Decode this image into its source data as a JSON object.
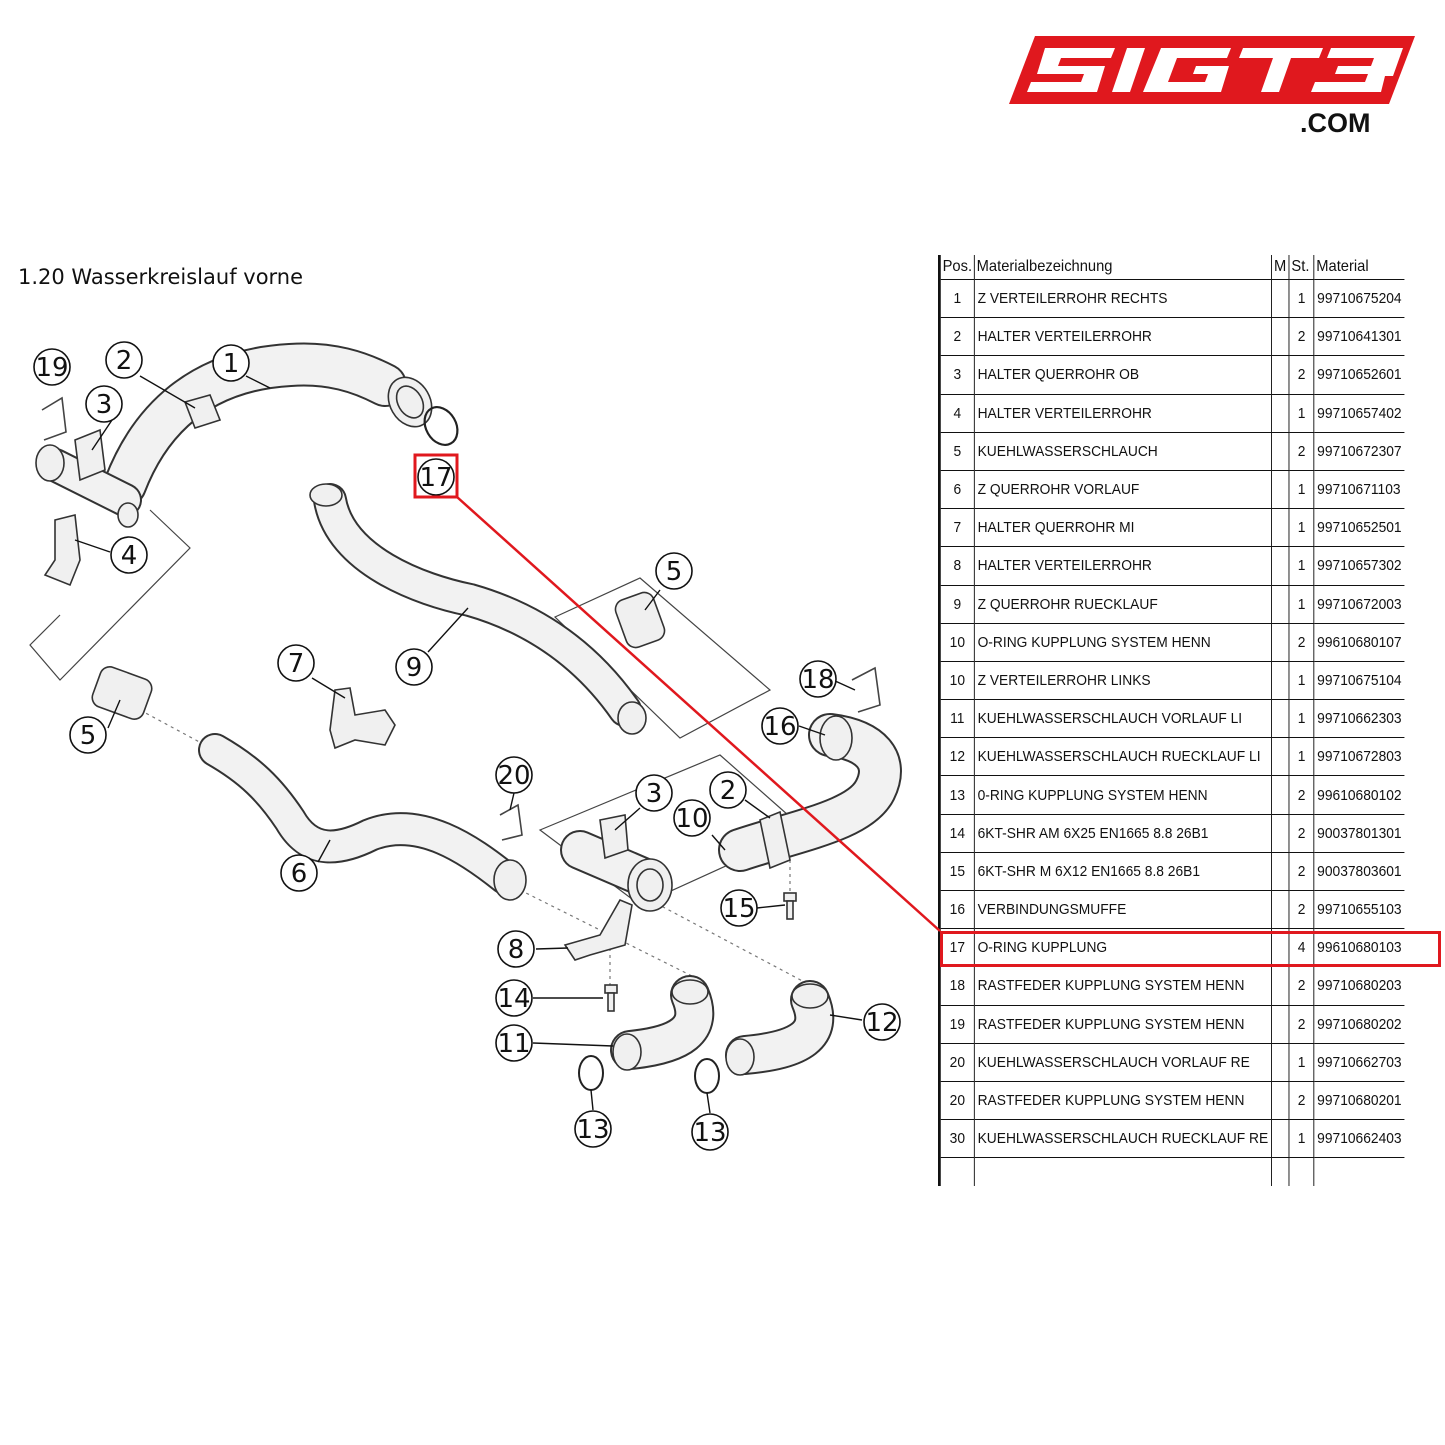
{
  "logo": {
    "brand": "SIGT3",
    "domain": ".COM",
    "brand_color": "#e0181e"
  },
  "section_title": "1.20  Wasserkreislauf vorne",
  "table": {
    "headers": {
      "pos": "Pos.",
      "name": "Materialbezeichnung",
      "m": "M",
      "qty": "St.",
      "material": "Material"
    },
    "rows": [
      {
        "pos": "1",
        "name": "Z VERTEILERROHR RECHTS",
        "m": "",
        "qty": "1",
        "material": "99710675204"
      },
      {
        "pos": "2",
        "name": "HALTER VERTEILERROHR",
        "m": "",
        "qty": "2",
        "material": "99710641301"
      },
      {
        "pos": "3",
        "name": "HALTER QUERROHR OB",
        "m": "",
        "qty": "2",
        "material": "99710652601"
      },
      {
        "pos": "4",
        "name": "HALTER VERTEILERROHR",
        "m": "",
        "qty": "1",
        "material": "99710657402"
      },
      {
        "pos": "5",
        "name": "KUEHLWASSERSCHLAUCH",
        "m": "",
        "qty": "2",
        "material": "99710672307"
      },
      {
        "pos": "6",
        "name": "Z QUERROHR VORLAUF",
        "m": "",
        "qty": "1",
        "material": "99710671103"
      },
      {
        "pos": "7",
        "name": "HALTER QUERROHR MI",
        "m": "",
        "qty": "1",
        "material": "99710652501"
      },
      {
        "pos": "8",
        "name": "HALTER VERTEILERROHR",
        "m": "",
        "qty": "1",
        "material": "99710657302"
      },
      {
        "pos": "9",
        "name": "Z QUERROHR RUECKLAUF",
        "m": "",
        "qty": "1",
        "material": "99710672003"
      },
      {
        "pos": "10",
        "name": "O-RING KUPPLUNG SYSTEM HENN",
        "m": "",
        "qty": "2",
        "material": "99610680107"
      },
      {
        "pos": "10",
        "name": "Z VERTEILERROHR LINKS",
        "m": "",
        "qty": "1",
        "material": "99710675104"
      },
      {
        "pos": "11",
        "name": "KUEHLWASSERSCHLAUCH VORLAUF LI",
        "m": "",
        "qty": "1",
        "material": "99710662303"
      },
      {
        "pos": "12",
        "name": "KUEHLWASSERSCHLAUCH RUECKLAUF LI",
        "m": "",
        "qty": "1",
        "material": "99710672803"
      },
      {
        "pos": "13",
        "name": "0-RING KUPPLUNG SYSTEM HENN",
        "m": "",
        "qty": "2",
        "material": "99610680102"
      },
      {
        "pos": "14",
        "name": "6KT-SHR AM 6X25 EN1665 8.8 26B1",
        "m": "",
        "qty": "2",
        "material": "90037801301"
      },
      {
        "pos": "15",
        "name": "6KT-SHR M 6X12 EN1665 8.8 26B1",
        "m": "",
        "qty": "2",
        "material": "90037803601"
      },
      {
        "pos": "16",
        "name": "VERBINDUNGSMUFFE",
        "m": "",
        "qty": "2",
        "material": "99710655103"
      },
      {
        "pos": "17",
        "name": "O-RING KUPPLUNG",
        "m": "",
        "qty": "4",
        "material": "99610680103"
      },
      {
        "pos": "18",
        "name": "RASTFEDER KUPPLUNG SYSTEM HENN",
        "m": "",
        "qty": "2",
        "material": "99710680203"
      },
      {
        "pos": "19",
        "name": "RASTFEDER KUPPLUNG SYSTEM HENN",
        "m": "",
        "qty": "2",
        "material": "99710680202"
      },
      {
        "pos": "20",
        "name": "KUEHLWASSERSCHLAUCH VORLAUF RE",
        "m": "",
        "qty": "1",
        "material": "99710662703"
      },
      {
        "pos": "20",
        "name": "RASTFEDER KUPPLUNG SYSTEM HENN",
        "m": "",
        "qty": "2",
        "material": "99710680201"
      },
      {
        "pos": "30",
        "name": "KUEHLWASSERSCHLAUCH RUECKLAUF RE",
        "m": "",
        "qty": "1",
        "material": "99710662403"
      }
    ],
    "highlighted_pos": "17"
  },
  "callouts": {
    "c19": "19",
    "c2a": "2",
    "c1": "1",
    "c3a": "3",
    "c17": "17",
    "c4": "4",
    "c5a": "5",
    "c5b": "5",
    "c7": "7",
    "c9": "9",
    "c18": "18",
    "c16": "16",
    "c20": "20",
    "c3b": "3",
    "c2b": "2",
    "c10": "10",
    "c6": "6",
    "c15": "15",
    "c8": "8",
    "c14": "14",
    "c11": "11",
    "c12": "12",
    "c13a": "13",
    "c13b": "13"
  },
  "highlight_color": "#e0181e"
}
